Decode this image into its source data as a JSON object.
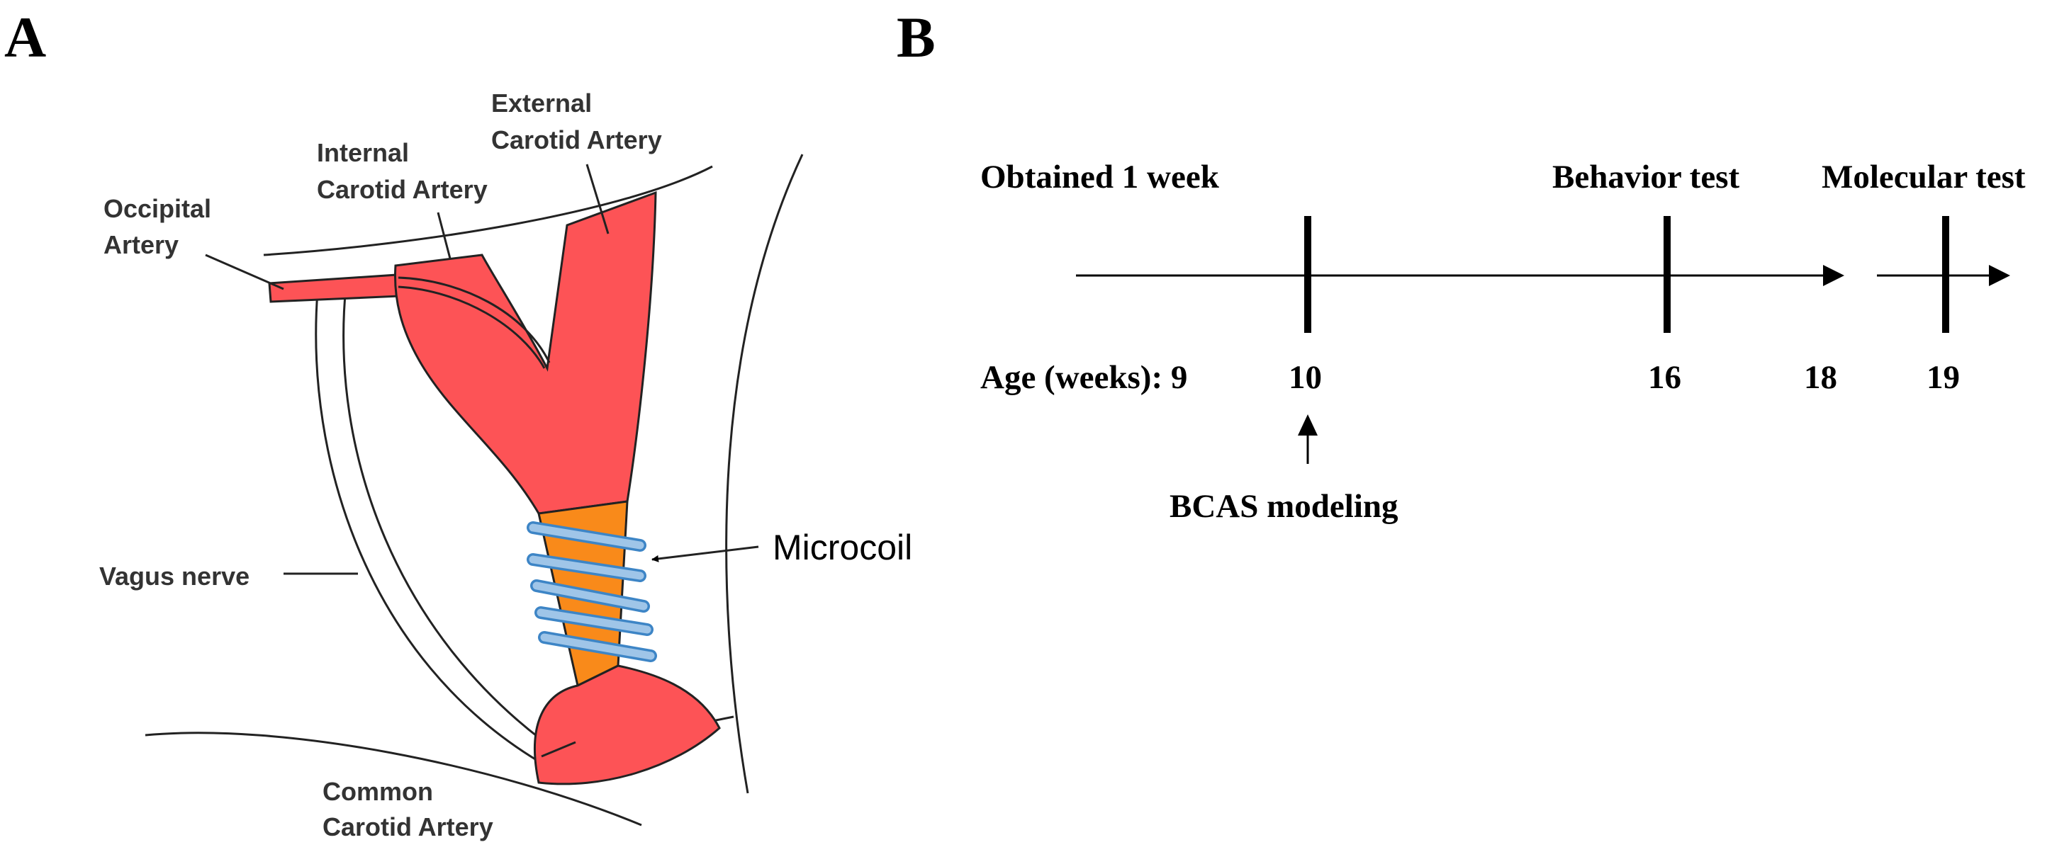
{
  "panel_a": {
    "label": "A",
    "labels": {
      "occipital_1": "Occipital",
      "occipital_2": "Artery",
      "internal_1": "Internal",
      "internal_2": "Carotid Artery",
      "external_1": "External",
      "external_2": "Carotid Artery",
      "vagus": "Vagus nerve",
      "microcoil": "Microcoil",
      "common_1": "Common",
      "common_2": "Carotid Artery"
    },
    "colors": {
      "artery": "#fd5356",
      "occluded_segment": "#f98a1a",
      "coil_fill": "#9fc5e8",
      "coil_stroke": "#3d85c6",
      "outline": "#222222"
    }
  },
  "panel_b": {
    "label": "B",
    "events": {
      "obtained": "Obtained 1 week",
      "behavior": "Behavior test",
      "molecular": "Molecular test"
    },
    "age_label": "Age (weeks): 9",
    "ages": [
      "10",
      "16",
      "18",
      "19"
    ],
    "modeling": "BCAS modeling"
  }
}
